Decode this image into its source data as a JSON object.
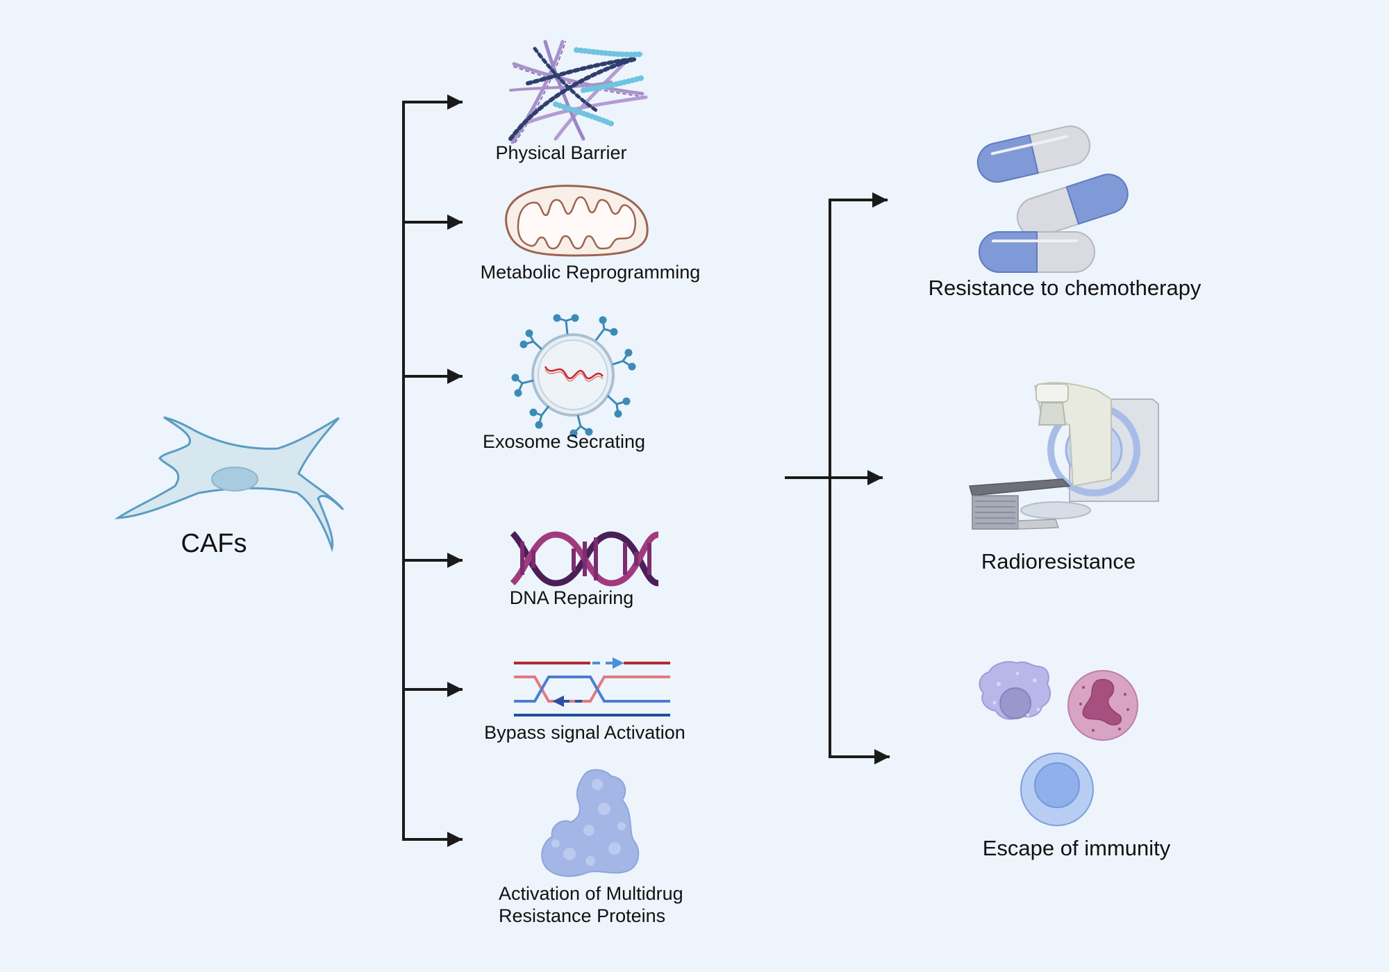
{
  "source": {
    "label": "CAFs"
  },
  "mechanisms": [
    {
      "id": "physical-barrier",
      "label": "Physical Barrier"
    },
    {
      "id": "metabolic-reprogramming",
      "label": "Metabolic Reprogramming"
    },
    {
      "id": "exosome-secreting",
      "label": "Exosome Secrating"
    },
    {
      "id": "dna-repairing",
      "label": "DNA Repairing"
    },
    {
      "id": "bypass-signal",
      "label": "Bypass signal Activation"
    },
    {
      "id": "multidrug",
      "label_line1": "Activation of Multidrug",
      "label_line2": "Resistance Proteins"
    }
  ],
  "outcomes": [
    {
      "id": "chemo",
      "label": "Resistance to chemotherapy"
    },
    {
      "id": "radio",
      "label": "Radioresistance"
    },
    {
      "id": "immunity",
      "label": "Escape of immunity"
    }
  ],
  "colors": {
    "background": "#eef4fc",
    "connector": "#1a1a1a",
    "cell_fill": "#d5e7f0",
    "cell_stroke": "#5b9cc2",
    "capsule_blue": "#7f9ad6",
    "capsule_grey": "#d9dbe0",
    "dna_purple": "#4a1f57",
    "dna_magenta": "#a13b7e",
    "protein": "#a3b6e6"
  }
}
